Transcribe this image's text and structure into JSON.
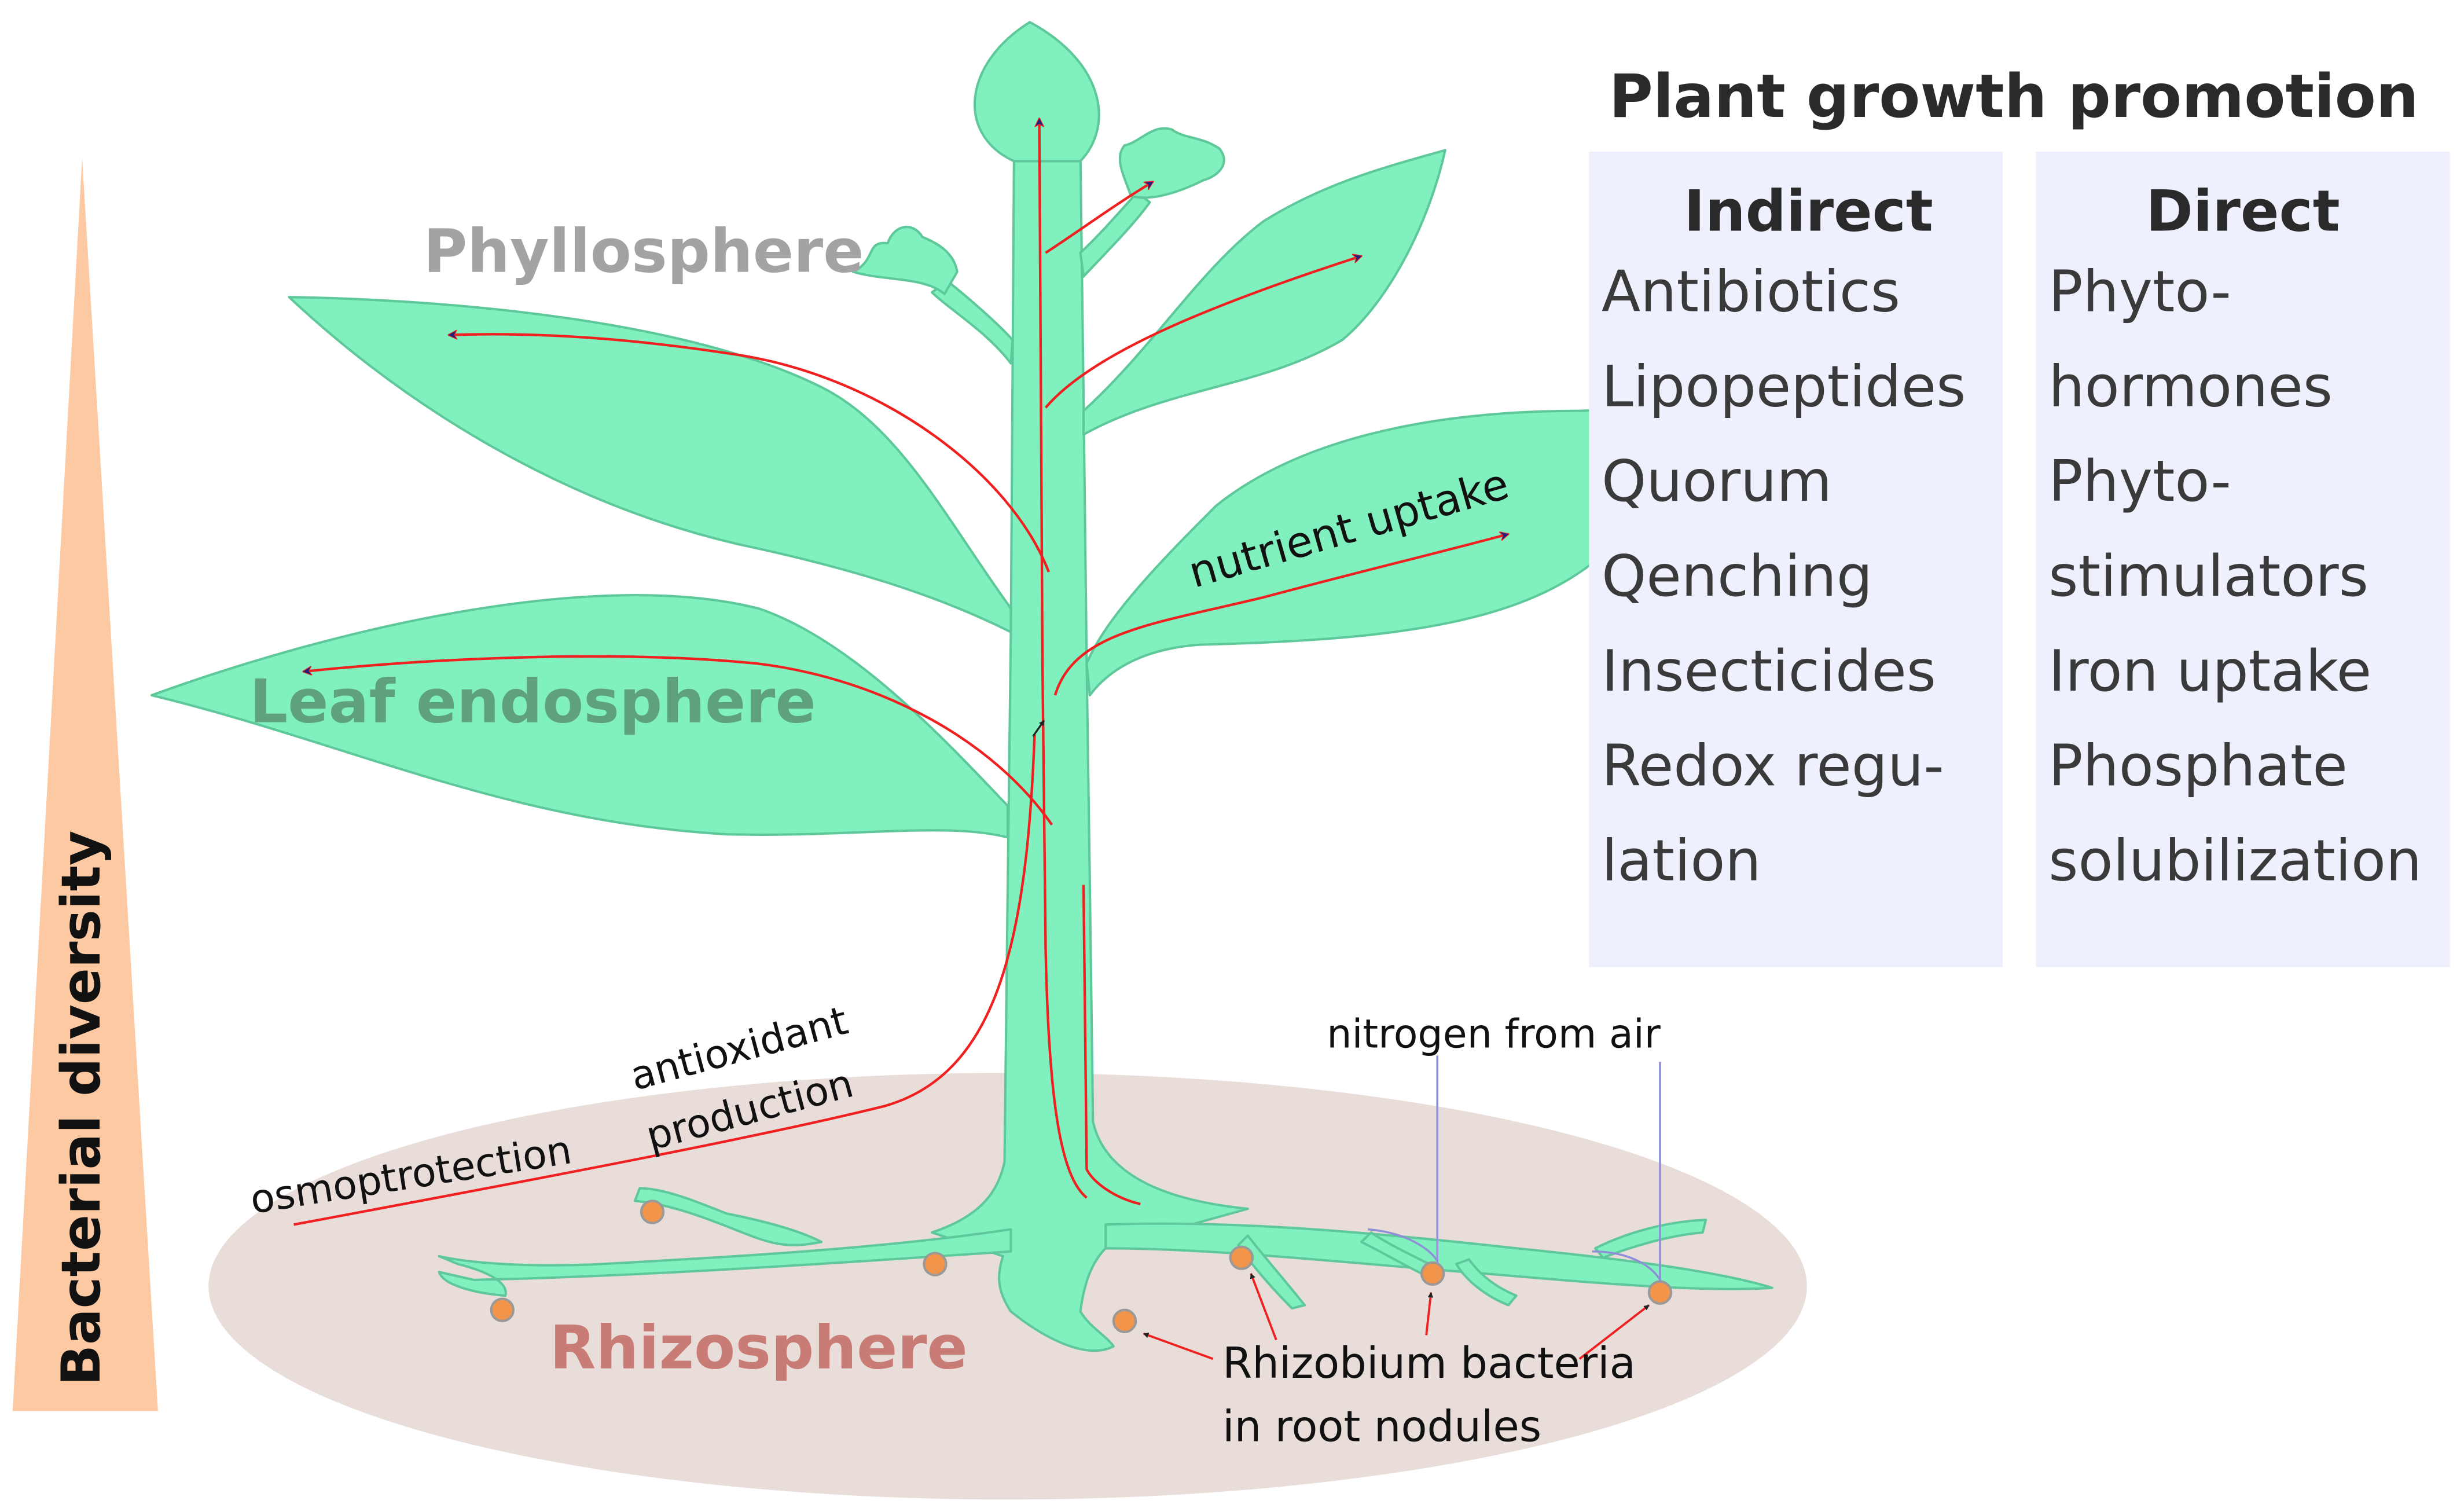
{
  "colors": {
    "plant_fill": "#7FF0BE",
    "plant_stroke": "#5FC89A",
    "soil": "#E8DDD8",
    "panel": "#EEF0FD",
    "triangle": "#FDC9A3",
    "arrow_red": "#F02020",
    "arrow_head": "#1F1F80",
    "nodule": "#F2944A",
    "nitrogen_line": "#8F8FD8"
  },
  "labels": {
    "phyllosphere": "Phyllosphere",
    "leaf_endosphere": "Leaf endosphere",
    "rhizosphere": "Rhizosphere",
    "bacterial_diversity": "Bacterial diversity",
    "nutrient_uptake": "nutrient uptake",
    "osmoprotection": "osmoptrotection",
    "antioxidant_line1": "antioxidant",
    "antioxidant_line2": "production",
    "nitrogen": "nitrogen from air",
    "rhizobium_line1": "Rhizobium bacteria",
    "rhizobium_line2": "in root nodules"
  },
  "promotion": {
    "title": "Plant growth promotion",
    "indirect": {
      "heading": "Indirect",
      "items": [
        "Antibiotics",
        "Lipopeptides",
        "Quorum",
        "Qenching",
        "Insecticides",
        "Redox regu-",
        "lation"
      ]
    },
    "direct": {
      "heading": "Direct",
      "items": [
        "Phyto-",
        "hormones",
        "Phyto-",
        "stimulators",
        "Iron uptake",
        "Phosphate",
        "solubilization"
      ]
    }
  }
}
